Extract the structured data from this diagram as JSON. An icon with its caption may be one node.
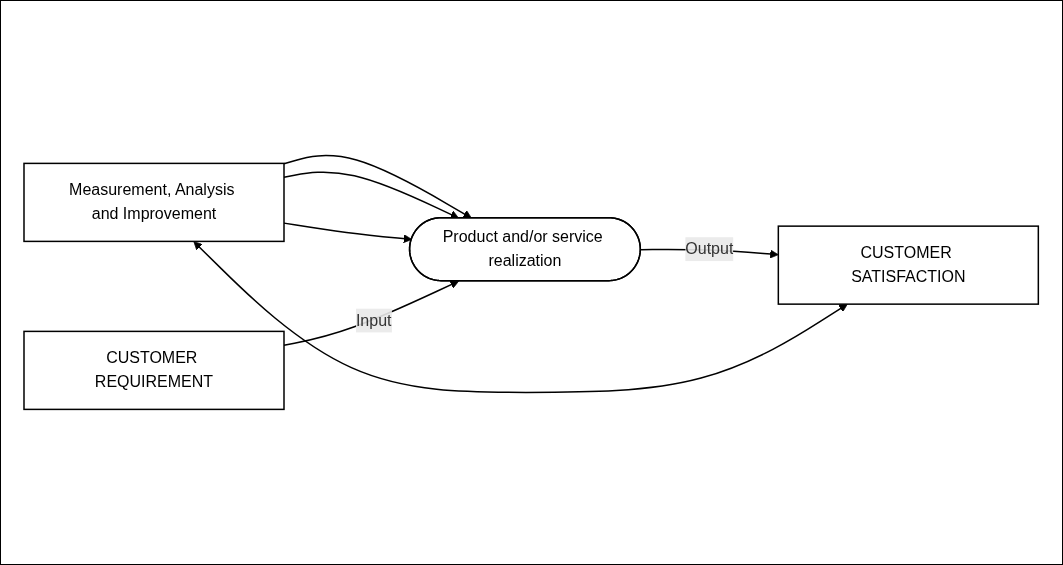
{
  "diagram": {
    "nodes": [
      {
        "text": [
          "CUSTOMER REQUIREMENT"
        ]
      },
      {
        "text": [
          "Measurement, Analysis and Improvement"
        ]
      },
      {
        "text": [
          "Product and/or service realization"
        ]
      },
      {
        "text": [
          "CUSTOMER SATISFACTION"
        ]
      }
    ],
    "edges": [
      {
        "from": 1,
        "to": 2,
        "arrow": "to"
      },
      {
        "from": 1,
        "to": 2,
        "arrow": "to"
      },
      {
        "from": 1,
        "to": 2,
        "arrow": "to"
      },
      {
        "from": 0,
        "to": 2,
        "arrow": "to",
        "label": "Input"
      },
      {
        "from": 2,
        "to": 3,
        "arrow": "to",
        "label": "Output"
      },
      {
        "from": 1,
        "to": 3,
        "arrow": "both"
      }
    ]
  }
}
